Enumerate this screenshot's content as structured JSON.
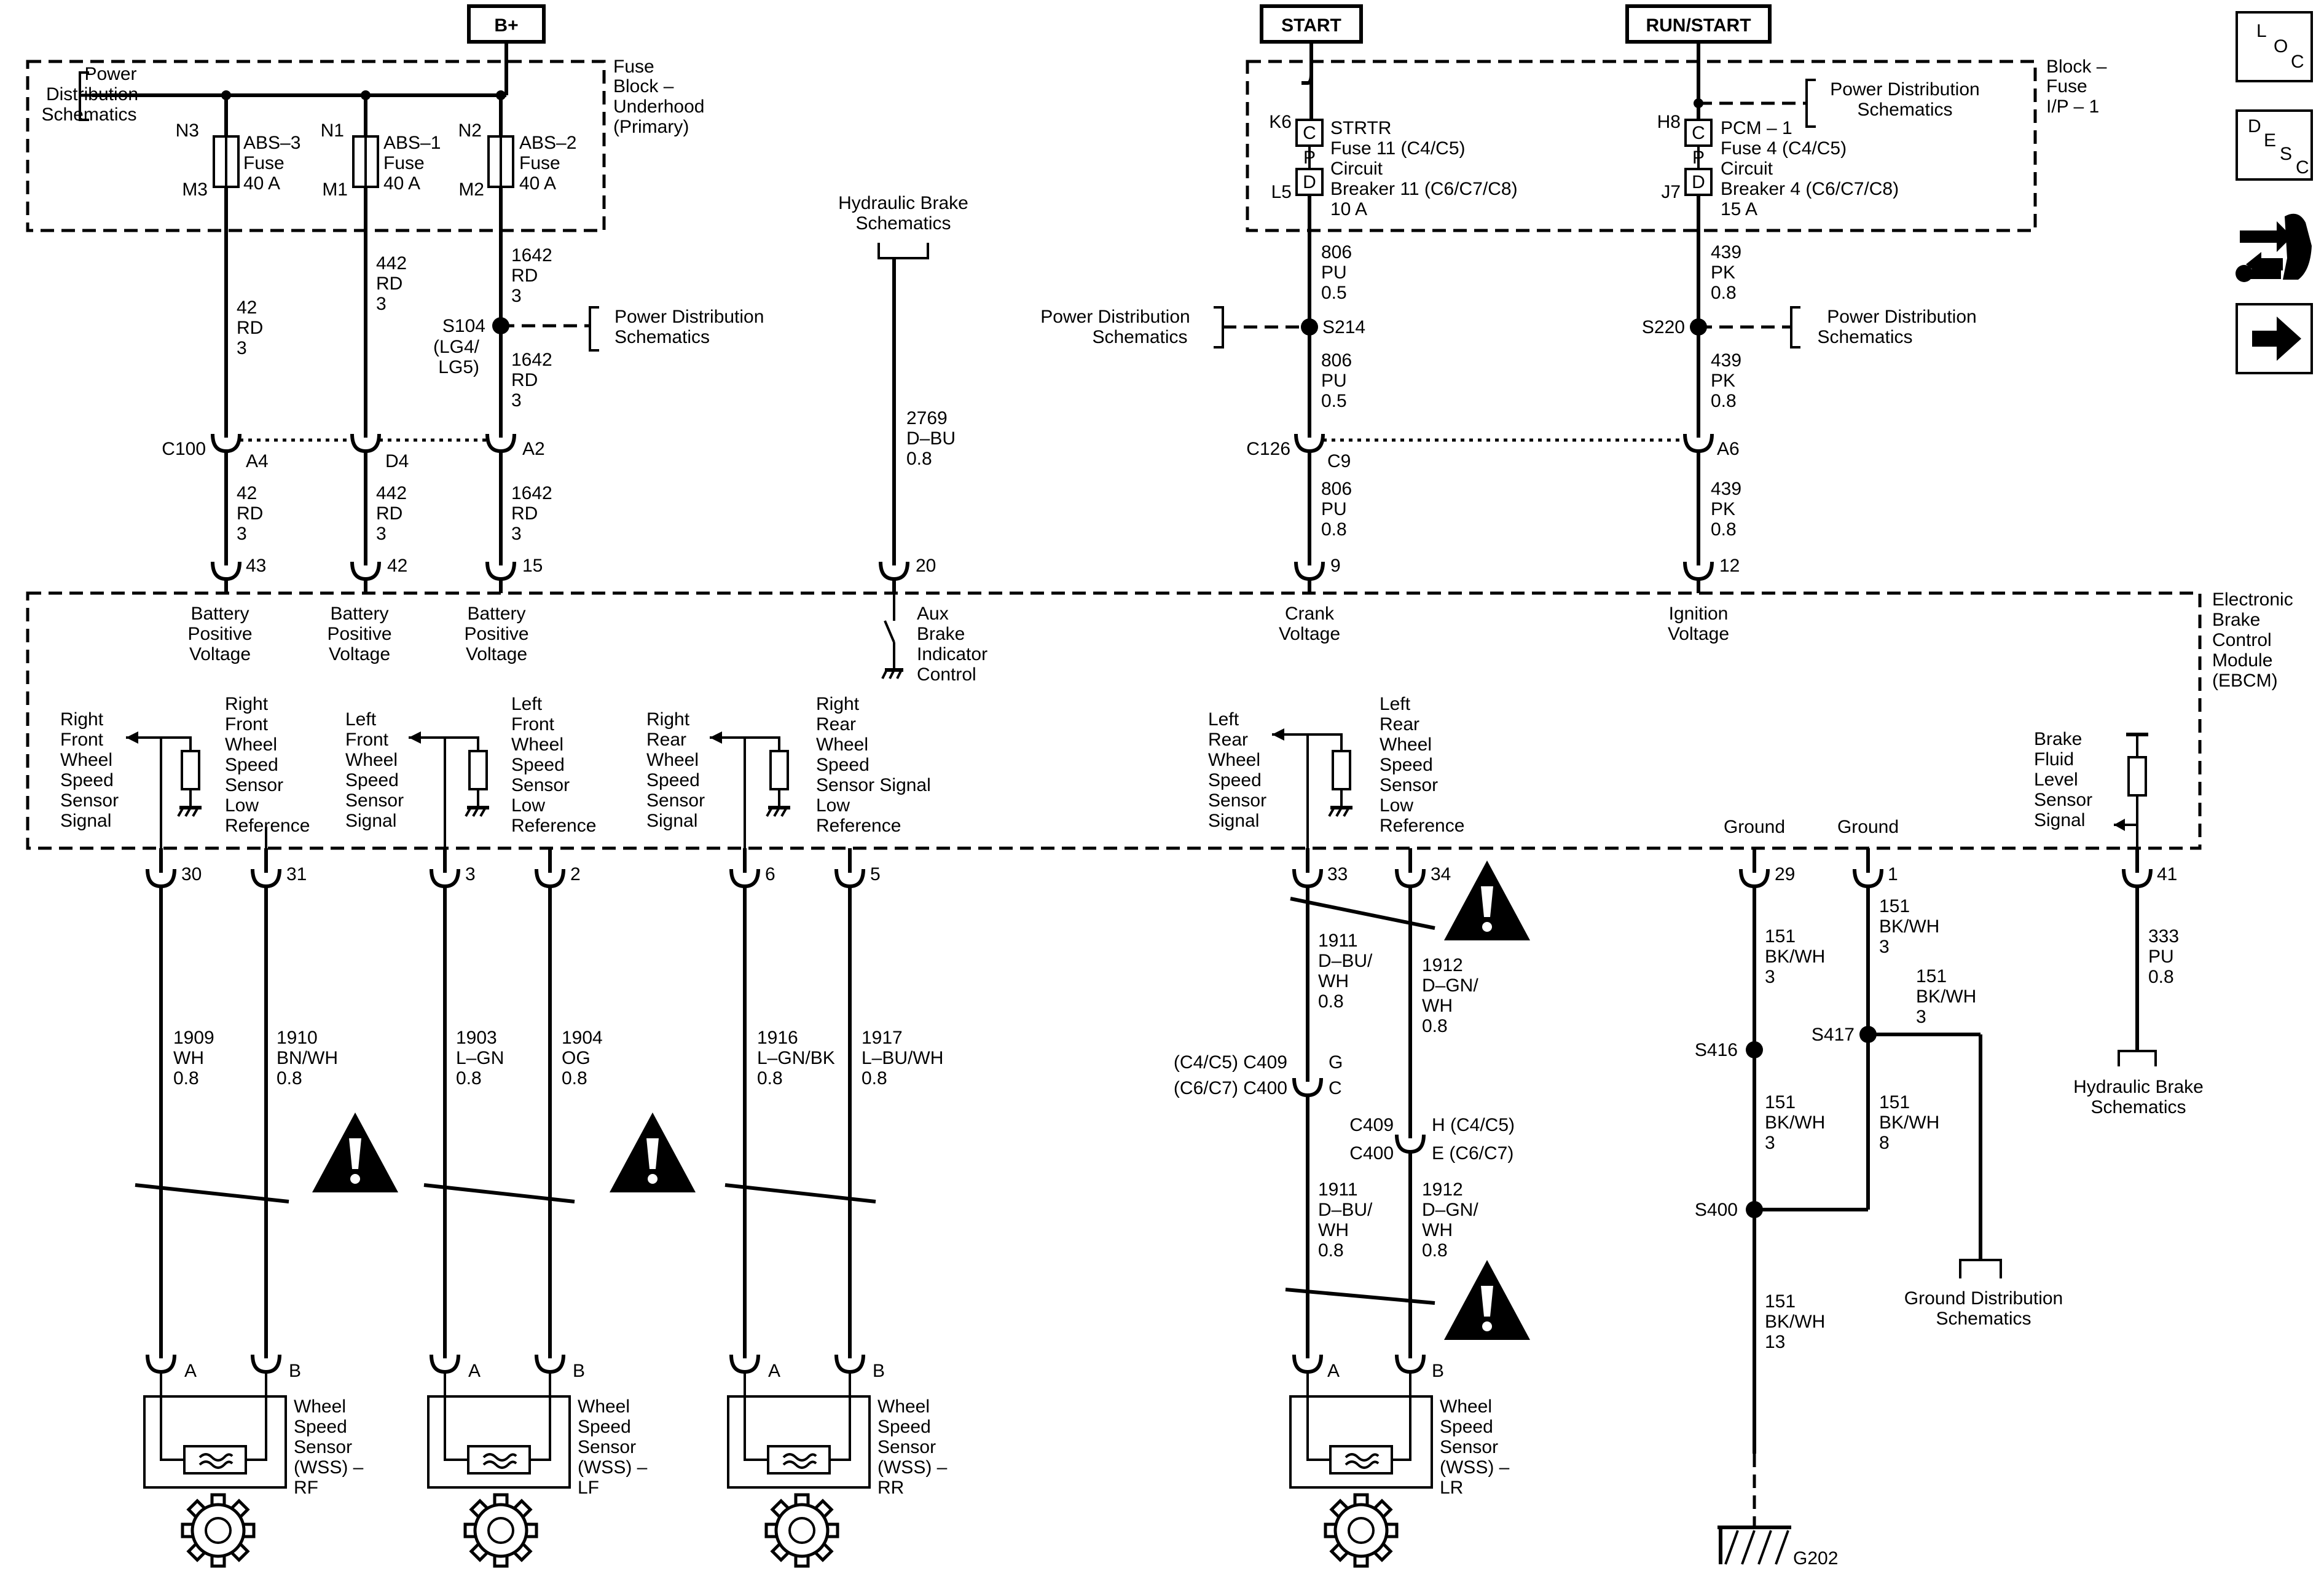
{
  "sources": {
    "bplus": "B+",
    "start": "START",
    "run_start": "RUN/START"
  },
  "fuse_block_underhood": {
    "title": [
      "Fuse",
      "Block –",
      "Underhood",
      "(Primary)"
    ],
    "ref": [
      "Power",
      "Distribution",
      "Schematics"
    ],
    "fuses": [
      {
        "top_pin": "N3",
        "bottom_pin": "M3",
        "name": [
          "ABS–3",
          "Fuse",
          "40 A"
        ]
      },
      {
        "top_pin": "N1",
        "bottom_pin": "M1",
        "name": [
          "ABS–1",
          "Fuse",
          "40 A"
        ]
      },
      {
        "top_pin": "N2",
        "bottom_pin": "M2",
        "name": [
          "ABS–2",
          "Fuse",
          "40 A"
        ]
      }
    ]
  },
  "fuse_block_ip": {
    "title": [
      "Block –",
      "Fuse",
      "I/P – 1"
    ],
    "ref": [
      "Power Distribution",
      "Schematics"
    ],
    "fuses": [
      {
        "top_pin": "K6",
        "bottom_pin": "L5",
        "letters": [
          "C",
          "P",
          "D"
        ],
        "name": [
          "STRTR",
          "Fuse 11 (C4/C5)",
          "Circuit",
          "Breaker 11 (C6/C7/C8)",
          "10 A"
        ]
      },
      {
        "top_pin": "H8",
        "bottom_pin": "J7",
        "letters": [
          "C",
          "P",
          "D"
        ],
        "name": [
          "PCM – 1",
          "Fuse 4 (C4/C5)",
          "Circuit",
          "Breaker 4 (C6/C7/C8)",
          "15 A"
        ]
      }
    ]
  },
  "hydraulic_top": [
    "Hydraulic Brake",
    "Schematics"
  ],
  "hydraulic_bottom": [
    "Hydraulic Brake",
    "Schematics"
  ],
  "splices": {
    "s104": [
      "S104",
      "(LG4/",
      "LG5)"
    ],
    "s104_ref": [
      "Power Distribution",
      "Schematics"
    ],
    "s214": "S214",
    "s214_ref": [
      "Power Distribution",
      "Schematics"
    ],
    "s220": "S220",
    "s220_ref": [
      "Power Distribution",
      "Schematics"
    ],
    "s416": "S416",
    "s417": "S417",
    "s400": "S400"
  },
  "connectors": {
    "c100": "C100",
    "c100_pins": [
      "A4",
      "D4",
      "A2"
    ],
    "c126": "C126",
    "c126_pins": [
      "C9",
      "A6"
    ],
    "c409_left": [
      "(C4/C5) C409",
      "(C6/C7) C400"
    ],
    "c409_left_pins": [
      "G",
      "C"
    ],
    "c409_right": [
      "C409",
      "C400"
    ],
    "c409_right_pins": [
      "H (C4/C5)",
      "E (C6/C7)"
    ]
  },
  "wires": {
    "w42_a": [
      "42",
      "RD",
      "3"
    ],
    "w442_a": [
      "442",
      "RD",
      "3"
    ],
    "w1642_a": [
      "1642",
      "RD",
      "3"
    ],
    "w1642_b": [
      "1642",
      "RD",
      "3"
    ],
    "w42_b": [
      "42",
      "RD",
      "3"
    ],
    "w442_b": [
      "442",
      "RD",
      "3"
    ],
    "w1642_c": [
      "1642",
      "RD",
      "3"
    ],
    "w2769": [
      "2769",
      "D–BU",
      "0.8"
    ],
    "w806_a": [
      "806",
      "PU",
      "0.5"
    ],
    "w806_b": [
      "806",
      "PU",
      "0.5"
    ],
    "w806_c": [
      "806",
      "PU",
      "0.8"
    ],
    "w439_a": [
      "439",
      "PK",
      "0.8"
    ],
    "w439_b": [
      "439",
      "PK",
      "0.8"
    ],
    "w439_c": [
      "439",
      "PK",
      "0.8"
    ],
    "w1909": [
      "1909",
      "WH",
      "0.8"
    ],
    "w1910": [
      "1910",
      "BN/WH",
      "0.8"
    ],
    "w1903": [
      "1903",
      "L–GN",
      "0.8"
    ],
    "w1904": [
      "1904",
      "OG",
      "0.8"
    ],
    "w1916": [
      "1916",
      "L–GN/BK",
      "0.8"
    ],
    "w1917": [
      "1917",
      "L–BU/WH",
      "0.8"
    ],
    "w1911_a": [
      "1911",
      "D–BU/",
      "WH",
      "0.8"
    ],
    "w1912_a": [
      "1912",
      "D–GN/",
      "WH",
      "0.8"
    ],
    "w1911_b": [
      "1911",
      "D–BU/",
      "WH",
      "0.8"
    ],
    "w1912_b": [
      "1912",
      "D–GN/",
      "WH",
      "0.8"
    ],
    "w151_a": [
      "151",
      "BK/WH",
      "3"
    ],
    "w151_b": [
      "151",
      "BK/WH",
      "3"
    ],
    "w151_c": [
      "151",
      "BK/WH",
      "3"
    ],
    "w151_d": [
      "151",
      "BK/WH",
      "3"
    ],
    "w151_e": [
      "151",
      "BK/WH",
      "8"
    ],
    "w151_f": [
      "151",
      "BK/WH",
      "13"
    ],
    "w333": [
      "333",
      "PU",
      "0.8"
    ]
  },
  "ebcm": {
    "title": [
      "Electronic",
      "Brake",
      "Control",
      "Module",
      "(EBCM)"
    ],
    "pins_top": [
      "43",
      "42",
      "15",
      "20",
      "9",
      "12"
    ],
    "pins_bottom": [
      "30",
      "31",
      "3",
      "2",
      "6",
      "5",
      "33",
      "34",
      "29",
      "1",
      "41"
    ],
    "inputs": {
      "bat1": [
        "Battery",
        "Positive",
        "Voltage"
      ],
      "bat2": [
        "Battery",
        "Positive",
        "Voltage"
      ],
      "bat3": [
        "Battery",
        "Positive",
        "Voltage"
      ],
      "aux": [
        "Aux",
        "Brake",
        "Indicator",
        "Control"
      ],
      "crank": [
        "Crank",
        "Voltage"
      ],
      "ign": [
        "Ignition",
        "Voltage"
      ]
    },
    "sensors": {
      "rf_sig": [
        "Right",
        "Front",
        "Wheel",
        "Speed",
        "Sensor",
        "Signal"
      ],
      "rf_low": [
        "Right",
        "Front",
        "Wheel",
        "Speed",
        "Sensor",
        "Low",
        "Reference"
      ],
      "lf_sig": [
        "Left",
        "Front",
        "Wheel",
        "Speed",
        "Sensor",
        "Signal"
      ],
      "lf_low": [
        "Left",
        "Front",
        "Wheel",
        "Speed",
        "Sensor",
        "Low",
        "Reference"
      ],
      "rr_sig": [
        "Right",
        "Rear",
        "Wheel",
        "Speed",
        "Sensor",
        "Signal"
      ],
      "rr_low": [
        "Right",
        "Rear",
        "Wheel",
        "Speed",
        "Sensor Signal",
        "Low",
        "Reference"
      ],
      "lr_sig": [
        "Left",
        "Rear",
        "Wheel",
        "Speed",
        "Sensor",
        "Signal"
      ],
      "lr_low": [
        "Left",
        "Rear",
        "Wheel",
        "Speed",
        "Sensor",
        "Low",
        "Reference"
      ],
      "ground1": "Ground",
      "ground2": "Ground",
      "brake_fluid": [
        "Brake",
        "Fluid",
        "Level",
        "Sensor",
        "Signal"
      ]
    }
  },
  "wss": {
    "rf": [
      "Wheel",
      "Speed",
      "Sensor",
      "(WSS) –",
      "RF"
    ],
    "lf": [
      "Wheel",
      "Speed",
      "Sensor",
      "(WSS) –",
      "LF"
    ],
    "rr": [
      "Wheel",
      "Speed",
      "Sensor",
      "(WSS) –",
      "RR"
    ],
    "lr": [
      "Wheel",
      "Speed",
      "Sensor",
      "(WSS) –",
      "LR"
    ],
    "pin_a": "A",
    "pin_b": "B"
  },
  "ground_dist": [
    "Ground Distribution",
    "Schematics"
  ],
  "g202": "G202",
  "side_icons": {
    "loc": [
      "L",
      "O",
      "C"
    ],
    "desc": [
      "D",
      "E",
      "S",
      "C"
    ]
  }
}
